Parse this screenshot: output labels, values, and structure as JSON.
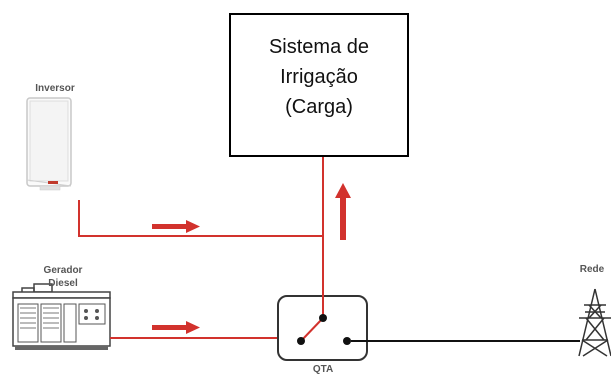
{
  "load": {
    "lines": [
      "Sistema de",
      "Irrigação",
      "(Carga)"
    ]
  },
  "labels": {
    "inverter": "Inversor",
    "generator_line1": "Gerador",
    "generator_line2": "Diesel",
    "grid": "Rede",
    "transfer_switch": "QTA"
  },
  "colors": {
    "line_red": "#d2322d",
    "line_black": "#111111",
    "label_gray": "#555555"
  },
  "icons": [
    "inverter-icon",
    "diesel-generator-icon",
    "power-tower-icon",
    "transfer-switch-icon"
  ]
}
